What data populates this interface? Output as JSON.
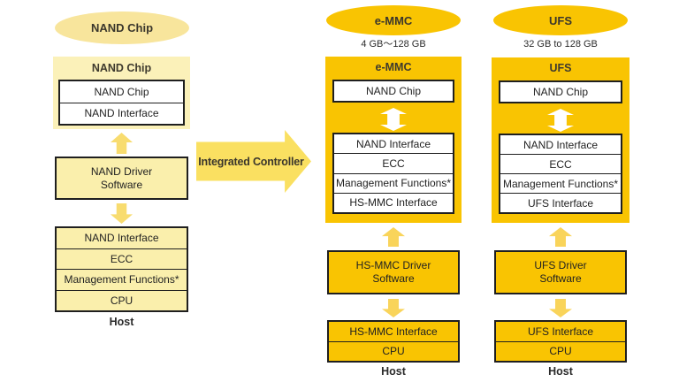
{
  "palette": {
    "gold": "#F9C402",
    "gold_small_arrow": "#F9D45A",
    "big_transition_arrow": "#FAE061",
    "cream_ellipse": "#F8E59C",
    "cream_panel": "#FBF1B9",
    "cream_box": "#FAEFAC",
    "cream_small_arrow": "#F8DC6F",
    "box_border": "#1F1F1F",
    "text": "#2B2B2B"
  },
  "big_arrow": {
    "label": "Integrated Controller"
  },
  "columns": {
    "nand": {
      "ellipse": "NAND Chip",
      "panel_title": "NAND Chip",
      "panel_rows": [
        "NAND Chip",
        "NAND Interface"
      ],
      "driver_line1": "NAND Driver",
      "driver_line2": "Software",
      "host_rows": [
        "NAND Interface",
        "ECC",
        "Management Functions*",
        "CPU"
      ],
      "host_label": "Host"
    },
    "emmc": {
      "ellipse": "e-MMC",
      "capacity": "4 GB〜128 GB",
      "panel_title": "e-MMC",
      "chip_box": "NAND Chip",
      "stack_rows": [
        "NAND Interface",
        "ECC",
        "Management Functions*",
        "HS-MMC Interface"
      ],
      "driver_line1": "HS-MMC Driver",
      "driver_line2": "Software",
      "host_rows": [
        "HS-MMC Interface",
        "CPU"
      ],
      "host_label": "Host"
    },
    "ufs": {
      "ellipse": "UFS",
      "capacity": "32 GB to 128 GB",
      "panel_title": "UFS",
      "chip_box": "NAND Chip",
      "stack_rows": [
        "NAND Interface",
        "ECC",
        "Management Functions*",
        "UFS Interface"
      ],
      "driver_line1": "UFS Driver",
      "driver_line2": "Software",
      "host_rows": [
        "UFS Interface",
        "CPU"
      ],
      "host_label": "Host"
    }
  }
}
